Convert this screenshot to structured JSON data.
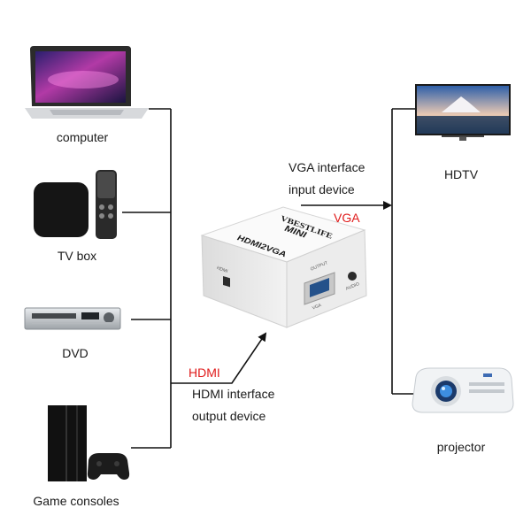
{
  "sources": [
    {
      "label": "computer",
      "icon": "laptop-icon"
    },
    {
      "label": "TV box",
      "icon": "tv-box-icon"
    },
    {
      "label": "DVD",
      "icon": "dvd-player-icon"
    },
    {
      "label": "Game consoles",
      "icon": "game-console-icon"
    }
  ],
  "outputs": [
    {
      "label": "HDTV",
      "icon": "hdtv-icon"
    },
    {
      "label": "projector",
      "icon": "projector-icon"
    }
  ],
  "converter": {
    "brand": "VBESTLIFE",
    "model_small": "MINI",
    "model": "HDMI2VGA",
    "port_output": "OUTPUT",
    "port_audio": "AUDIO",
    "port_vga": "VGA",
    "port_hdmi": "HDMI"
  },
  "vga_side": {
    "signal": "VGA",
    "desc_line1": "VGA interface",
    "desc_line2": "input device"
  },
  "hdmi_side": {
    "signal": "HDMI",
    "desc_line1": "HDMI interface",
    "desc_line2": "output device"
  },
  "colors": {
    "signal_red": "#e01b1b",
    "line": "#111111",
    "converter_body": "#f4f4f4"
  }
}
